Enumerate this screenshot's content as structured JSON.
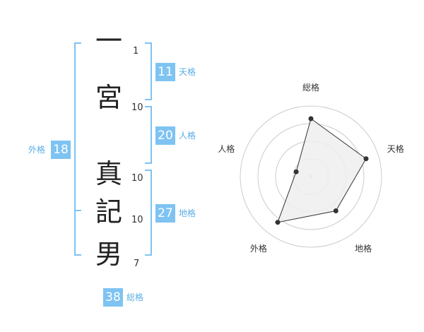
{
  "name": {
    "chars": [
      {
        "char": "一",
        "strokes": "1"
      },
      {
        "char": "宮",
        "strokes": "10"
      },
      {
        "char": "真",
        "strokes": "10"
      },
      {
        "char": "記",
        "strokes": "10"
      },
      {
        "char": "男",
        "strokes": "7"
      }
    ]
  },
  "fortunes": {
    "tenkaku": {
      "value": "11",
      "label": "天格"
    },
    "jinkaku": {
      "value": "20",
      "label": "人格"
    },
    "chikaku": {
      "value": "27",
      "label": "地格"
    },
    "gaikaku": {
      "value": "18",
      "label": "外格"
    },
    "soukaku": {
      "value": "38",
      "label": "総格"
    }
  },
  "colors": {
    "accent": "#7ec3f2",
    "text": "#222222",
    "grid": "#cccccc",
    "fill": "#eeeeee"
  },
  "chart_data": {
    "type": "radar",
    "axes": [
      "総格",
      "天格",
      "地格",
      "外格",
      "人格"
    ],
    "values": [
      0.82,
      0.82,
      0.6,
      0.8,
      0.22
    ],
    "max": 1,
    "rings": 4
  }
}
